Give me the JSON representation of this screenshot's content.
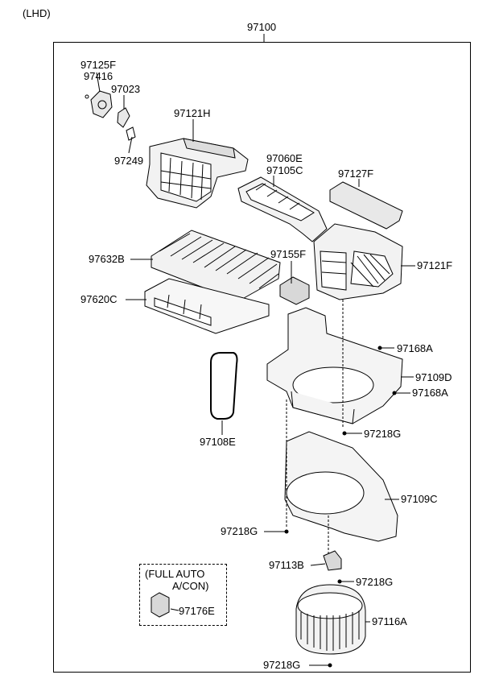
{
  "diagram": {
    "variant_label": "(LHD)",
    "assembly_number": "97100",
    "full_auto_note": {
      "line1": "(FULL AUTO",
      "line2": "A/CON)"
    },
    "parts": [
      "97125F",
      "97416",
      "97023",
      "97121H",
      "97249",
      "97060E",
      "97105C",
      "97127F",
      "97632B",
      "97155F",
      "97121F",
      "97620C",
      "97168A",
      "97109D",
      "97168A",
      "97218G",
      "97108E",
      "97109C",
      "97218G",
      "97113B",
      "97218G",
      "97176E",
      "97116A",
      "97218G"
    ]
  }
}
